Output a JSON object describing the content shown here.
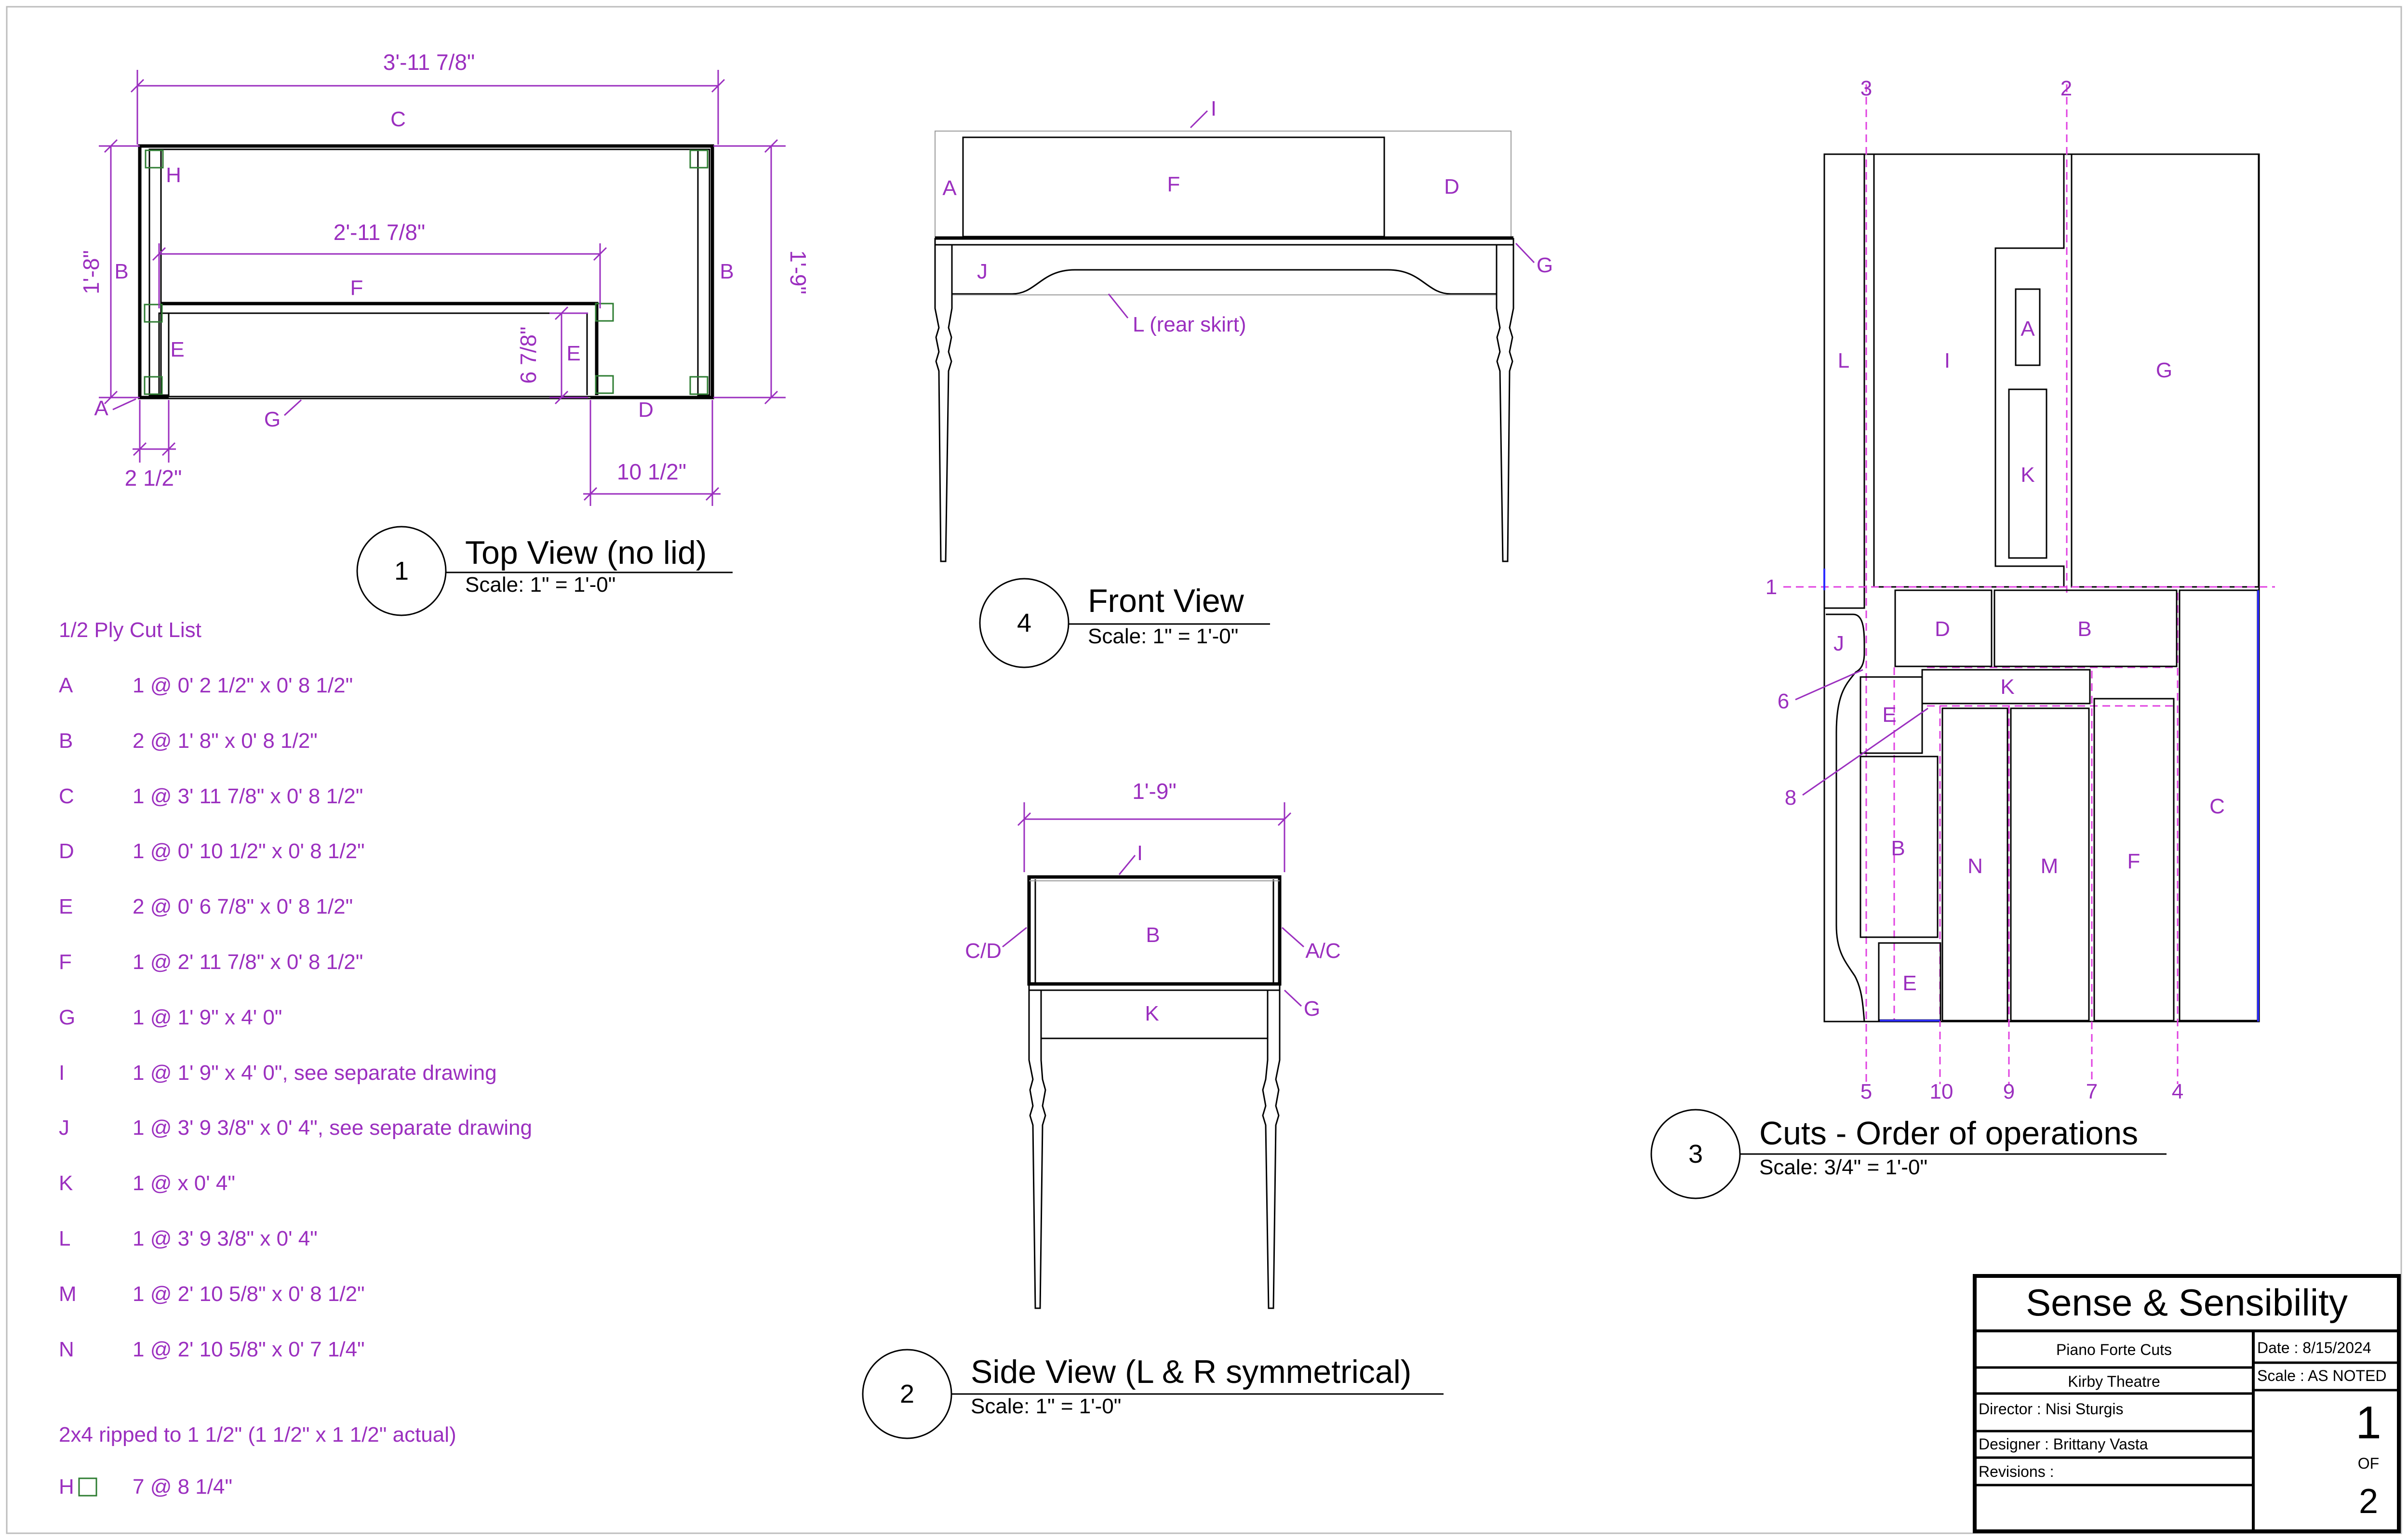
{
  "top_view": {
    "dim_overall": "3'-11 7/8\"",
    "dim_inner": "2'-11 7/8\"",
    "dim_left_height": "1'-8\"",
    "dim_right_height": "1'-9\"",
    "dim_e_depth": "6 7/8\"",
    "dim_a_width": "2 1/2\"",
    "dim_d_width": "10 1/2\"",
    "label_c": "C",
    "label_h": "H",
    "label_b_left": "B",
    "label_b_right": "B",
    "label_f": "F",
    "label_e_left": "E",
    "label_e_right": "E",
    "label_a": "A",
    "label_g": "G",
    "label_d": "D",
    "view_number": "1",
    "view_title": "Top View (no lid)",
    "view_scale": "Scale: 1\" = 1'-0\""
  },
  "front_view": {
    "label_i": "I",
    "label_a": "A",
    "label_f": "F",
    "label_d": "D",
    "label_g": "G",
    "label_j": "J",
    "label_l": "L (rear skirt)",
    "view_number": "4",
    "view_title": "Front View",
    "view_scale": "Scale: 1\" = 1'-0\""
  },
  "side_view": {
    "dim_width": "1'-9\"",
    "label_i": "I",
    "label_b": "B",
    "label_cd": "C/D",
    "label_ac": "A/C",
    "label_g": "G",
    "label_k": "K",
    "view_number": "2",
    "view_title": "Side View (L & R symmetrical)",
    "view_scale": "Scale: 1\" = 1'-0\""
  },
  "cut_view": {
    "top_numbers": [
      "3",
      "2"
    ],
    "side_numbers": [
      "1",
      "6",
      "8"
    ],
    "bottom_numbers": [
      "5",
      "10",
      "9",
      "7",
      "4"
    ],
    "pieces": [
      "L",
      "I",
      "A",
      "K",
      "G",
      "J",
      "D",
      "B",
      "K",
      "E",
      "B",
      "E",
      "N",
      "M",
      "F",
      "C"
    ],
    "view_number": "3",
    "view_title": "Cuts - Order of operations",
    "view_scale": "Scale: 3/4\" = 1'-0\""
  },
  "cut_list": {
    "title": "1/2 Ply Cut List",
    "items": [
      {
        "letter": "A",
        "spec": "1 @ 0' 2 1/2\" x 0' 8 1/2\""
      },
      {
        "letter": "B",
        "spec": "2 @ 1' 8\" x 0' 8 1/2\""
      },
      {
        "letter": "C",
        "spec": "1 @ 3' 11 7/8\" x 0' 8 1/2\""
      },
      {
        "letter": "D",
        "spec": "1 @ 0' 10 1/2\" x 0' 8 1/2\""
      },
      {
        "letter": "E",
        "spec": "2 @ 0' 6 7/8\" x 0' 8 1/2\""
      },
      {
        "letter": "F",
        "spec": "1 @ 2' 11 7/8\" x 0' 8 1/2\""
      },
      {
        "letter": "G",
        "spec": "1 @  1' 9\" x 4' 0\""
      },
      {
        "letter": "I",
        "spec": "1 @  1' 9\" x 4' 0\", see separate drawing"
      },
      {
        "letter": "J",
        "spec": "1 @ 3' 9 3/8\" x 0' 4\", see separate drawing"
      },
      {
        "letter": "K",
        "spec": "1 @ x 0' 4\""
      },
      {
        "letter": "L",
        "spec": "1 @ 3' 9 3/8\" x 0' 4\""
      },
      {
        "letter": "M",
        "spec": "1 @ 2' 10 5/8\" x 0' 8 1/2\""
      },
      {
        "letter": "N",
        "spec": "1 @ 2' 10 5/8\" x 0' 7 1/4\""
      }
    ],
    "lumber_title": "2x4 ripped to 1 1/2\" (1 1/2\" x 1 1/2\" actual)",
    "lumber_item": {
      "letter": "H",
      "spec": "7 @ 8 1/4\""
    }
  },
  "title_block": {
    "project": "Sense & Sensibility",
    "drawing": "Piano Forte Cuts",
    "venue": "Kirby Theatre",
    "director": "Director :  Nisi Sturgis",
    "designer": "Designer :  Brittany Vasta",
    "revisions": "Revisions :",
    "date": "Date : 8/15/2024",
    "scale": "Scale : AS NOTED",
    "sheet": "1",
    "of": "OF",
    "total": "2"
  },
  "colors": {
    "annotation": "#9b2fbf",
    "cut_line": "#e040e0",
    "lumber": "#2e7d32"
  }
}
